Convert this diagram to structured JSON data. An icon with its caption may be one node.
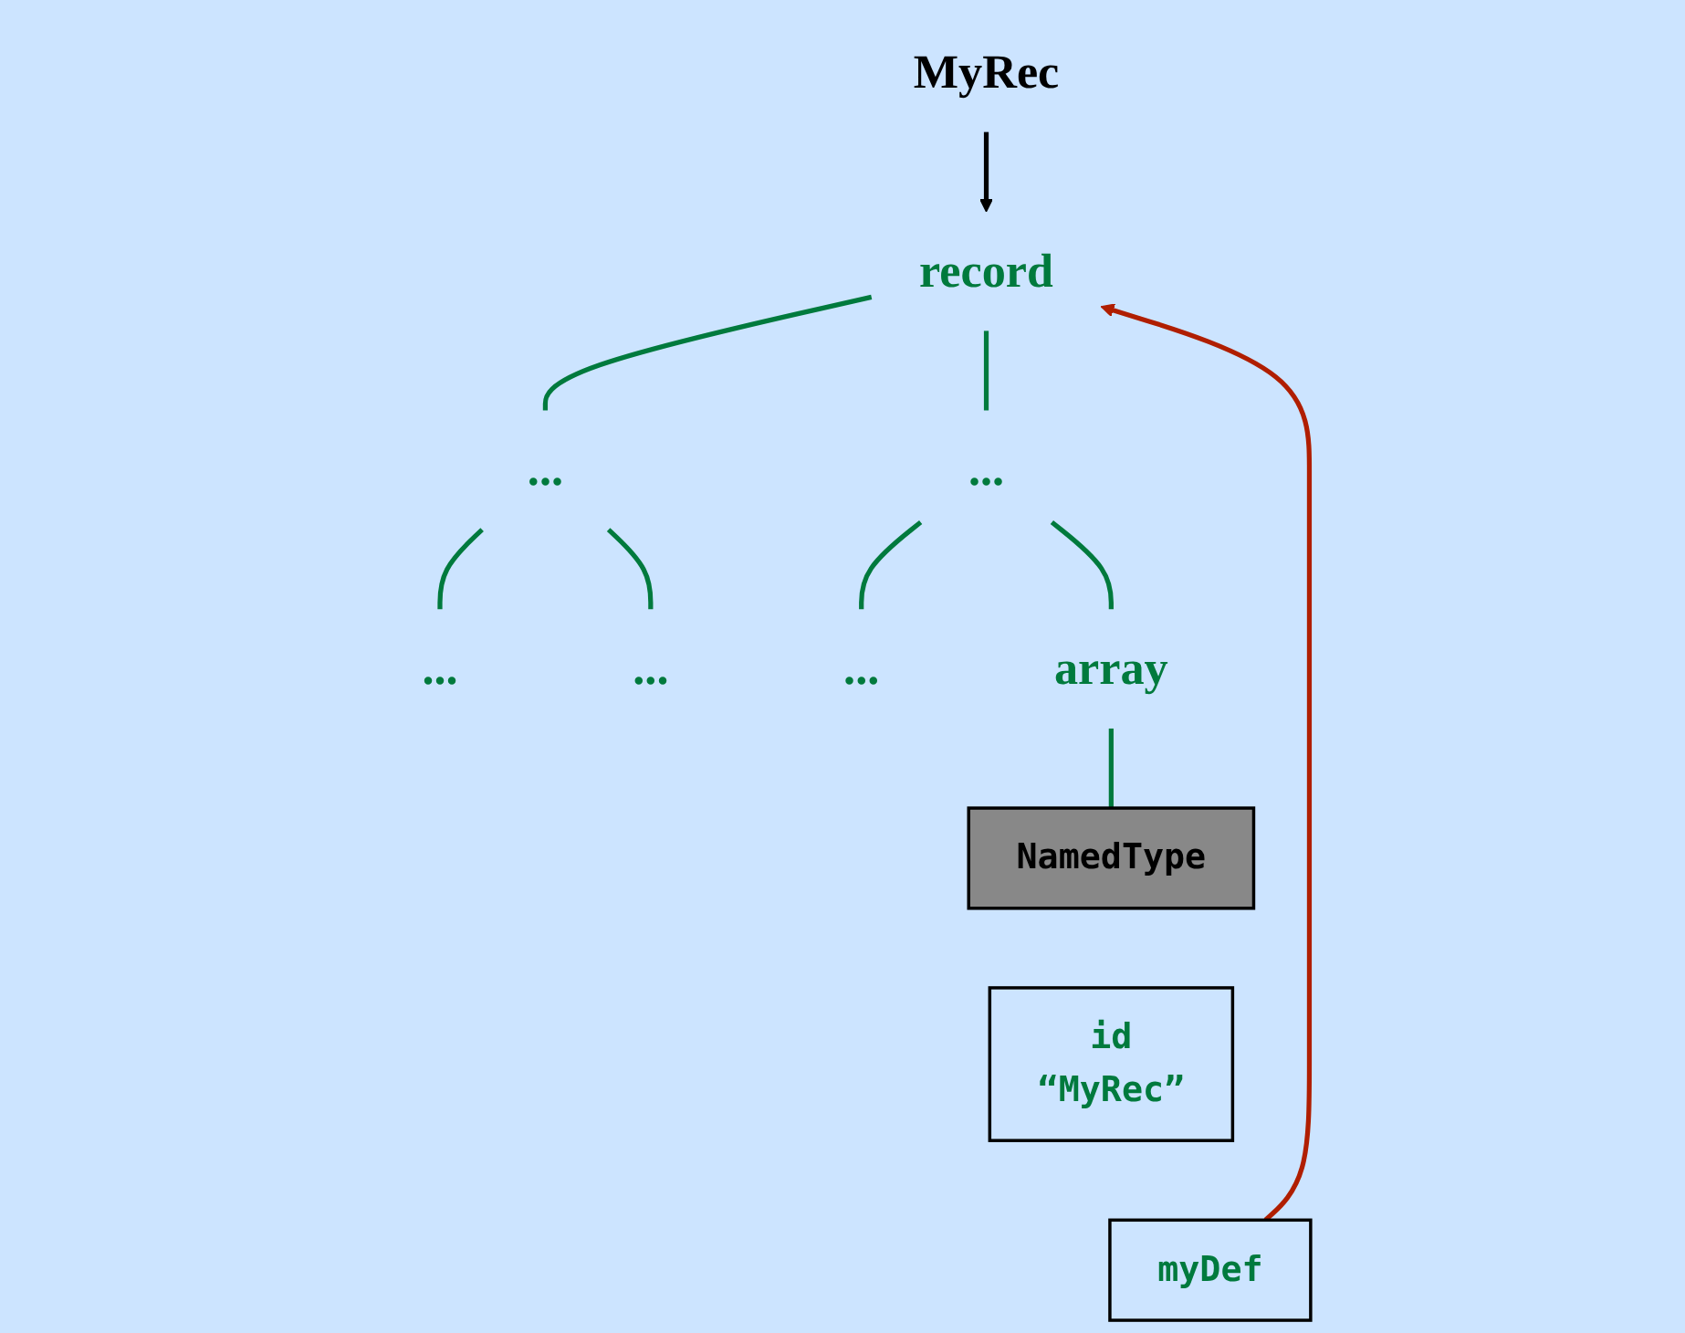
{
  "diagram": {
    "nodes": [
      {
        "text": [
          "MyRec"
        ]
      },
      {
        "text": [
          "record"
        ]
      },
      {
        "text": [
          "..."
        ]
      },
      {
        "text": [
          "..."
        ]
      },
      {
        "text": [
          "..."
        ]
      },
      {
        "text": [
          "..."
        ]
      },
      {
        "text": [
          "..."
        ]
      },
      {
        "text": [
          "array"
        ]
      },
      {
        "text": [
          "NamedType"
        ]
      },
      {
        "text": [
          "id",
          "“MyRec”"
        ]
      },
      {
        "text": [
          "myDef"
        ]
      }
    ],
    "edges": [
      {
        "from": 0,
        "to": 1,
        "arrow": "to",
        "color": "#000000"
      },
      {
        "from": 1,
        "to": 2,
        "arrow": "none"
      },
      {
        "from": 1,
        "to": 3,
        "arrow": "none"
      },
      {
        "from": 2,
        "to": 4,
        "arrow": "none"
      },
      {
        "from": 2,
        "to": 5,
        "arrow": "none"
      },
      {
        "from": 3,
        "to": 6,
        "arrow": "none"
      },
      {
        "from": 3,
        "to": 7,
        "arrow": "none"
      },
      {
        "from": 7,
        "to": 8,
        "arrow": "none"
      },
      {
        "from": 10,
        "to": 1,
        "arrow": "to",
        "color": "#b01e00"
      }
    ]
  }
}
